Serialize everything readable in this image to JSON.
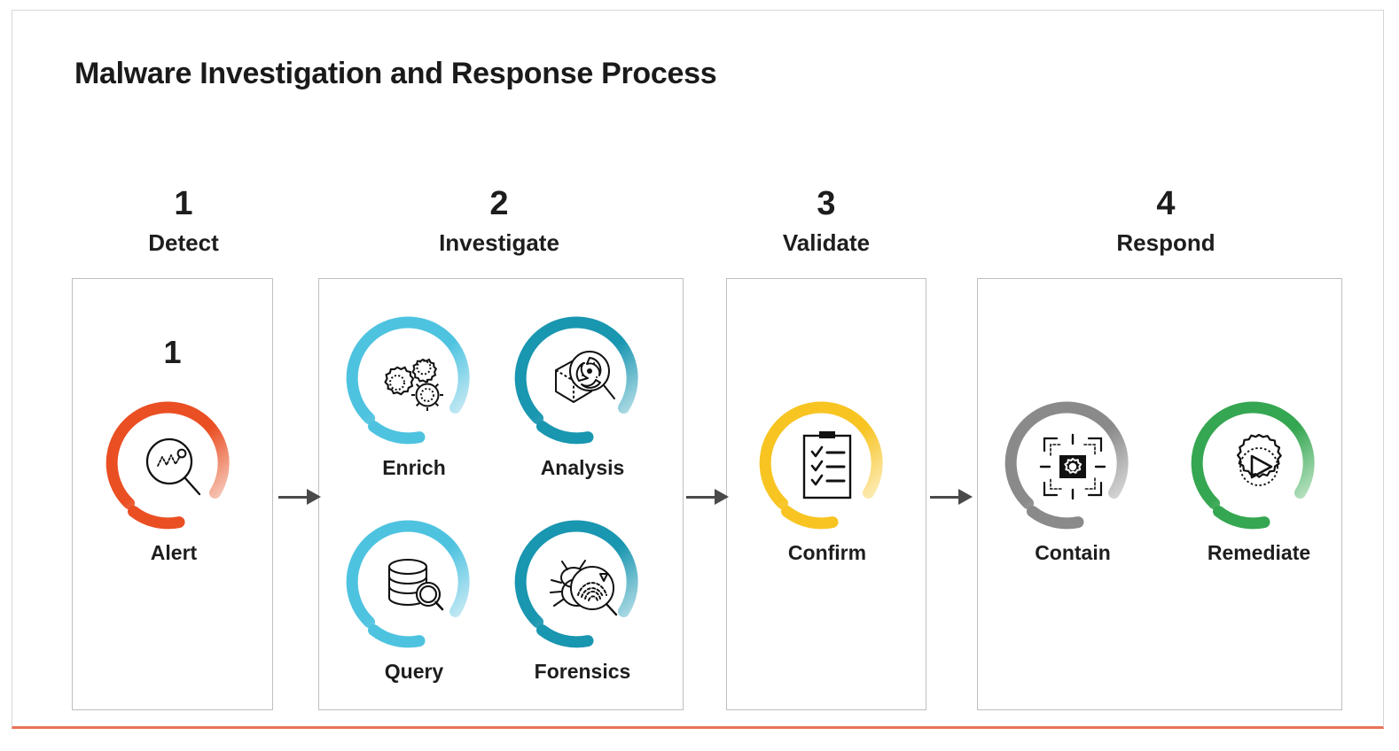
{
  "page": {
    "title": "Malware Investigation and Response Process",
    "frame_accent_color": "#e87356",
    "panel_border_color": "#bfbfbf",
    "text_color": "#1d1d1d",
    "arrow_color": "#4a4a4a"
  },
  "stages": [
    {
      "number": "1",
      "name": "Detect"
    },
    {
      "number": "2",
      "name": "Investigate"
    },
    {
      "number": "3",
      "name": "Validate"
    },
    {
      "number": "4",
      "name": "Respond"
    }
  ],
  "detect_panel": {
    "inner_number": "1"
  },
  "nodes": {
    "alert": {
      "label": "Alert",
      "icon": "magnifier-waveform-icon",
      "color": "#ea4f23",
      "color_faded": "#f6b9a4"
    },
    "enrich": {
      "label": "Enrich",
      "icon": "gears-icon",
      "color": "#4ec3e0",
      "color_faded": "#bfe6f2"
    },
    "analysis": {
      "label": "Analysis",
      "icon": "malware-cube-magnifier-icon",
      "color": "#1996b0",
      "color_faded": "#9fd4de"
    },
    "query": {
      "label": "Query",
      "icon": "database-search-icon",
      "color": "#4ec3e0",
      "color_faded": "#bfe6f2"
    },
    "forensics": {
      "label": "Forensics",
      "icon": "bug-fingerprint-icon",
      "color": "#1996b0",
      "color_faded": "#9fd4de"
    },
    "confirm": {
      "label": "Confirm",
      "icon": "checklist-clipboard-icon",
      "color": "#f7c422",
      "color_faded": "#fbe8ab"
    },
    "contain": {
      "label": "Contain",
      "icon": "quarantine-target-icon",
      "color": "#8a8a8a",
      "color_faded": "#cfcfcf"
    },
    "remediate": {
      "label": "Remediate",
      "icon": "gear-play-icon",
      "color": "#35a651",
      "color_faded": "#a9dcb4"
    }
  },
  "arrows": [
    {
      "name": "arrow-detect-to-investigate"
    },
    {
      "name": "arrow-investigate-to-validate"
    },
    {
      "name": "arrow-validate-to-respond"
    }
  ]
}
